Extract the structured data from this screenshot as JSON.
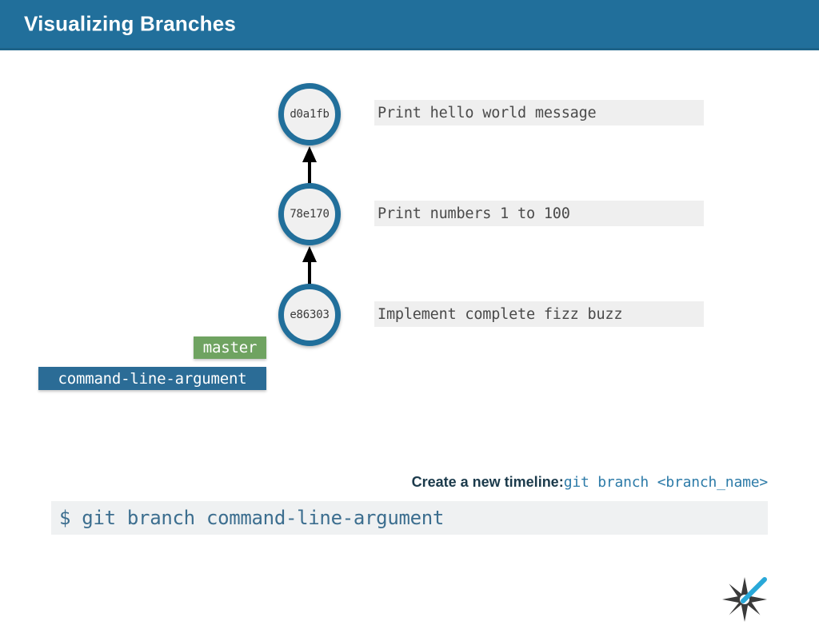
{
  "header": {
    "title": "Visualizing Branches",
    "background_color": "#216f9b",
    "text_color": "#ffffff"
  },
  "graph": {
    "node_fill": "#f0f0f0",
    "node_border": "#216f9b",
    "commits": [
      {
        "hash": "d0a1fb",
        "message": "Print hello world message"
      },
      {
        "hash": "78e170",
        "message": "Print numbers 1 to 100"
      },
      {
        "hash": "e86303",
        "message": "Implement complete fizz buzz"
      }
    ],
    "badges": [
      {
        "label": "master",
        "color": "#6fa361"
      },
      {
        "label": "command-line-argument",
        "color": "#2b6c96"
      }
    ]
  },
  "caption": {
    "lead": "Create a new timeline:",
    "command": "git branch <branch_name>",
    "command_color": "#2d7ba8"
  },
  "terminal": {
    "line": "$ git branch command-line-argument",
    "text_color": "#3c6e8f",
    "background": "#eff1f2"
  },
  "logo": {
    "name": "sparkle-pen-logo",
    "star_color": "#3a3a3a",
    "accent_color": "#29a8d8"
  }
}
